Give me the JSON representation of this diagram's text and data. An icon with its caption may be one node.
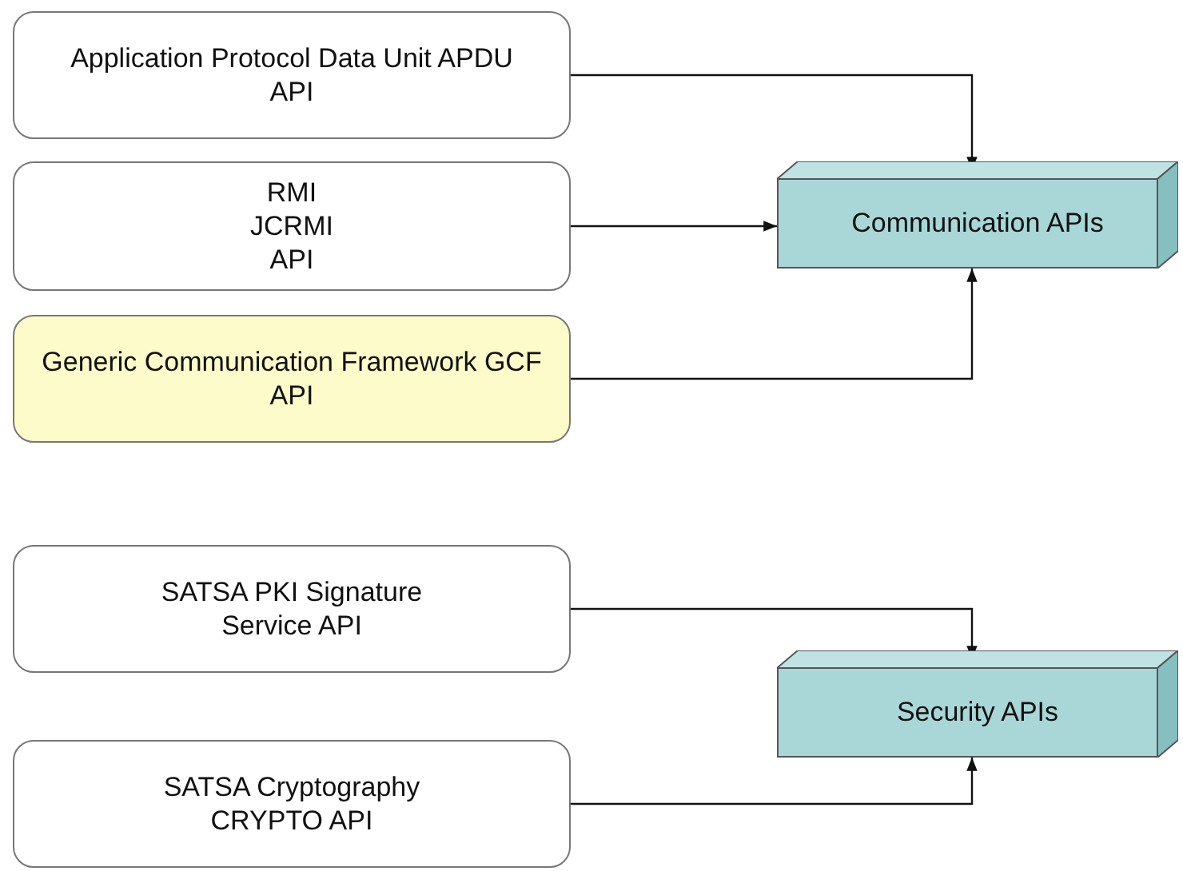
{
  "diagram": {
    "nodes": [
      {
        "text": [
          "Application Protocol Data Unit APDU API"
        ]
      },
      {
        "text": [
          "RMI JCRMI API"
        ]
      },
      {
        "text": [
          "Generic Communication Framework GCF API"
        ]
      },
      {
        "text": [
          "SATSA PKI Signature Service API"
        ]
      },
      {
        "text": [
          "SATSA Cryptography CRYPTO API"
        ]
      },
      {
        "text": [
          "Communication APIs"
        ]
      },
      {
        "text": [
          "Security APIs"
        ]
      }
    ],
    "edges": [
      {
        "from": 0,
        "to": 5,
        "arrow": "to"
      },
      {
        "from": 1,
        "to": 5,
        "arrow": "to"
      },
      {
        "from": 2,
        "to": 5,
        "arrow": "to"
      },
      {
        "from": 3,
        "to": 6,
        "arrow": "to"
      },
      {
        "from": 4,
        "to": 6,
        "arrow": "to"
      }
    ]
  }
}
